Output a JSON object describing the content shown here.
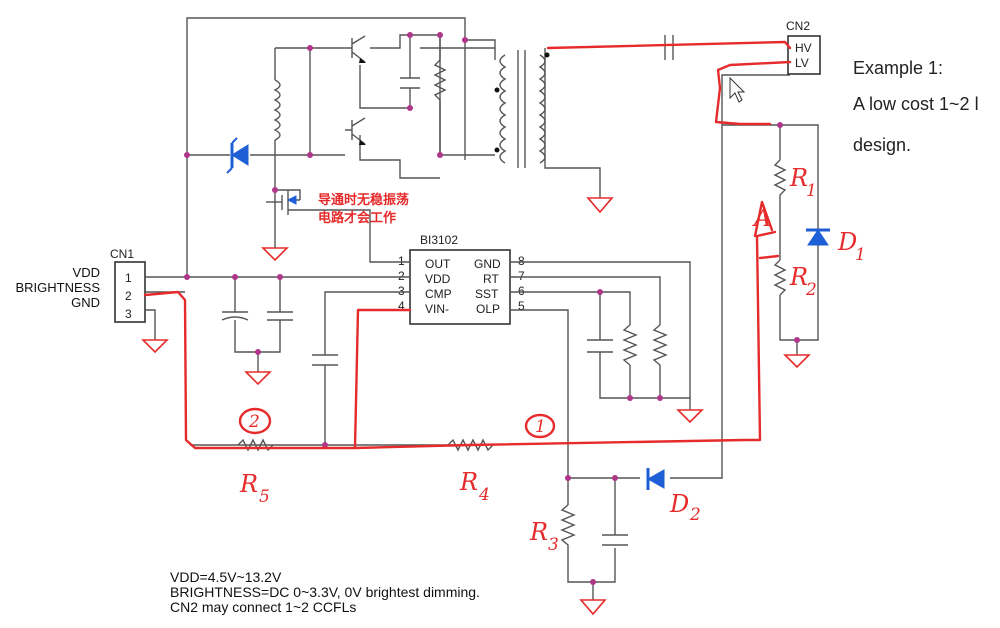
{
  "connectors": {
    "cn1": {
      "title": "CN1",
      "pins": [
        "1",
        "2",
        "3"
      ],
      "signal_vdd": "VDD",
      "signal_brightness": "BRIGHTNESS",
      "signal_gnd": "GND"
    },
    "cn2": {
      "title": "CN2",
      "pin_hv": "HV",
      "pin_lv": "LV"
    }
  },
  "ic": {
    "name": "BI3102",
    "left_pins": [
      {
        "num": "1",
        "name": "OUT"
      },
      {
        "num": "2",
        "name": "VDD"
      },
      {
        "num": "3",
        "name": "CMP"
      },
      {
        "num": "4",
        "name": "VIN-"
      }
    ],
    "right_pins": [
      {
        "num": "8",
        "name": "GND"
      },
      {
        "num": "7",
        "name": "RT"
      },
      {
        "num": "6",
        "name": "SST"
      },
      {
        "num": "5",
        "name": "OLP"
      }
    ]
  },
  "annotations": {
    "chinese_line1": "导通时无稳振荡",
    "chinese_line2": "电路才会工作",
    "r1": "R",
    "r1_sub": "1",
    "r2": "R",
    "r2_sub": "2",
    "r3": "R",
    "r3_sub": "3",
    "r4": "R",
    "r4_sub": "4",
    "r5": "R",
    "r5_sub": "5",
    "d1": "D",
    "d1_sub": "1",
    "d2": "D",
    "d2_sub": "2",
    "mark_a": "A",
    "mark_1": "1",
    "mark_2": "2"
  },
  "notes": [
    "VDD=4.5V~13.2V",
    "BRIGHTNESS=DC 0~3.3V, 0V brightest dimming.",
    "CN2 may connect 1~2 CCFLs"
  ],
  "example": {
    "title": "Example 1:",
    "line1": "A low cost 1~2 l",
    "line2": "design."
  },
  "colors": {
    "annotation": "#e52b2b",
    "junction": "#b0368a",
    "diode": "#1f5fd6"
  }
}
